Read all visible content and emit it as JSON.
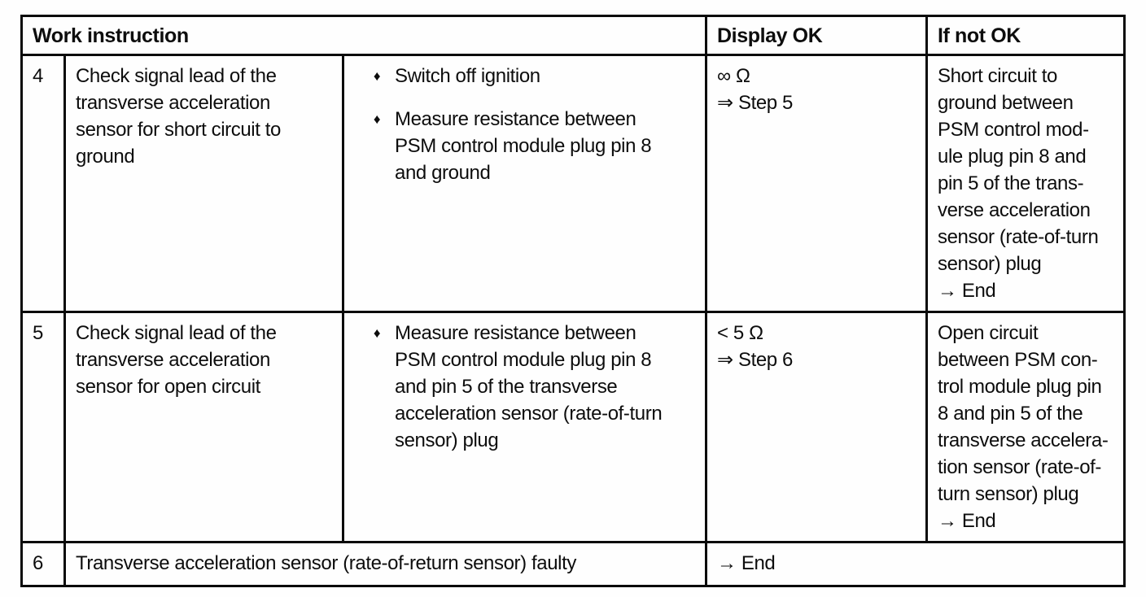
{
  "table": {
    "header": {
      "work_instruction": "Work instruction",
      "display_ok": "Display OK",
      "if_not_ok": "If not OK"
    },
    "bullet_glyph": "♦",
    "rows": [
      {
        "step": "4",
        "check": "Check signal lead of the\ntransverse acceleration\nsensor for short circuit to\nground",
        "actions": [
          "Switch off ignition",
          "Measure resistance between\nPSM control module plug pin 8\nand ground"
        ],
        "display_ok": "∞ Ω\n⇒ Step 5",
        "if_not_ok": "Short circuit to\nground between\nPSM control mod-\nule plug pin 8 and\npin 5 of the trans-\nverse acceleration\nsensor (rate-of-turn\nsensor) plug\n→ End"
      },
      {
        "step": "5",
        "check": "Check signal lead of the\ntransverse acceleration\nsensor for open circuit",
        "actions": [
          "Measure resistance between\nPSM control module plug pin 8\nand pin 5 of the transverse\nacceleration sensor (rate-of-turn\nsensor) plug"
        ],
        "display_ok": "< 5 Ω\n⇒ Step 6",
        "if_not_ok": "Open circuit\nbetween PSM con-\ntrol module plug pin\n8 and pin 5 of the\ntransverse accelera-\ntion sensor (rate-of-\nturn sensor) plug\n→ End"
      },
      {
        "step": "6",
        "fault": "Transverse acceleration sensor (rate-of-return sensor) faulty",
        "result": "→ End"
      }
    ]
  }
}
